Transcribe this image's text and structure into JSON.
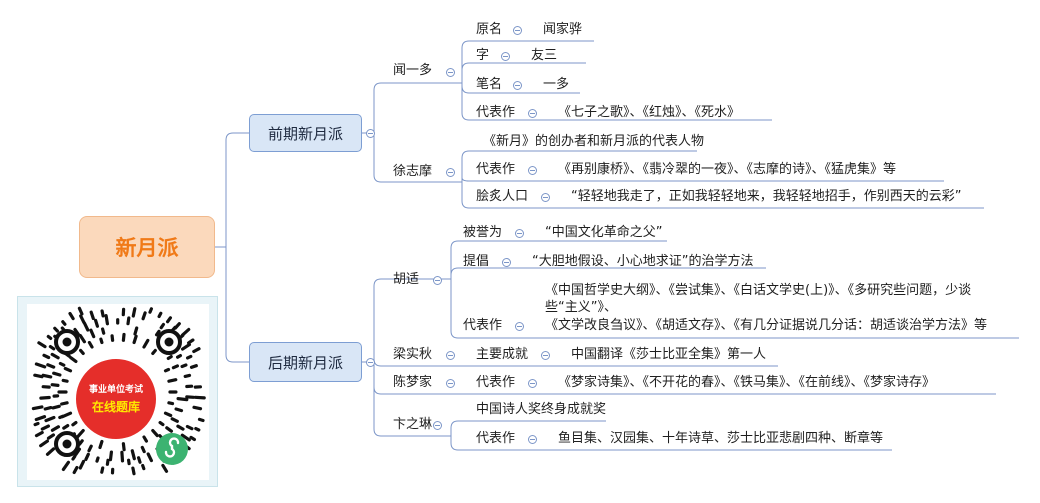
{
  "root": "新月派",
  "branches": {
    "early": "前期新月派",
    "late": "后期新月派"
  },
  "wen": {
    "name": "闻一多",
    "yuanming_label": "原名",
    "yuanming": "闻家骅",
    "zi_label": "字",
    "zi": "友三",
    "biming_label": "笔名",
    "biming": "一多",
    "works_label": "代表作",
    "works": "《七子之歌》、《红烛》、《死水》"
  },
  "xu": {
    "name": "徐志摩",
    "note": "《新月》的创办者和新月派的代表人物",
    "works_label": "代表作",
    "works": "《再别康桥》、《翡冷翠的一夜》、《志摩的诗》、《猛虎集》等",
    "quote_label": "脍炙人口",
    "quote": "“轻轻地我走了，正如我轻轻地来，我轻轻地招手，作别西天的云彩”"
  },
  "hu": {
    "name": "胡适",
    "title_label": "被誉为",
    "title": "“中国文化革命之父”",
    "method_label": "提倡",
    "method": "“大胆地假设、小心地求证”的治学方法",
    "works_label": "代表作",
    "works_line1": "《中国哲学史大纲》、《尝试集》、《白话文学史(上)》、《多研究些问题，少谈",
    "works_line2": "些“主义”》、",
    "works_line3": "《文学改良刍议》、《胡适文存》、《有几分证据说几分话：胡适谈治学方法》等"
  },
  "liang": {
    "name": "梁实秋",
    "label": "主要成就",
    "value": "中国翻译《莎士比亚全集》第一人"
  },
  "chen": {
    "name": "陈梦家",
    "works_label": "代表作",
    "works": "《梦家诗集》、《不开花的春》、《铁马集》、《在前线》、《梦家诗存》"
  },
  "bian": {
    "name": "卞之琳",
    "award": "中国诗人奖终身成就奖",
    "works_label": "代表作",
    "works": "鱼目集、汉园集、十年诗草、莎士比亚悲剧四种、断章等"
  },
  "qr": {
    "line1": "事业单位考试",
    "line2": "在线题库"
  },
  "colors": {
    "line": "#7c96c8",
    "root_fill": "#fbd9bc",
    "root_text": "#f07a18",
    "branch_fill": "#d9e6f6"
  }
}
